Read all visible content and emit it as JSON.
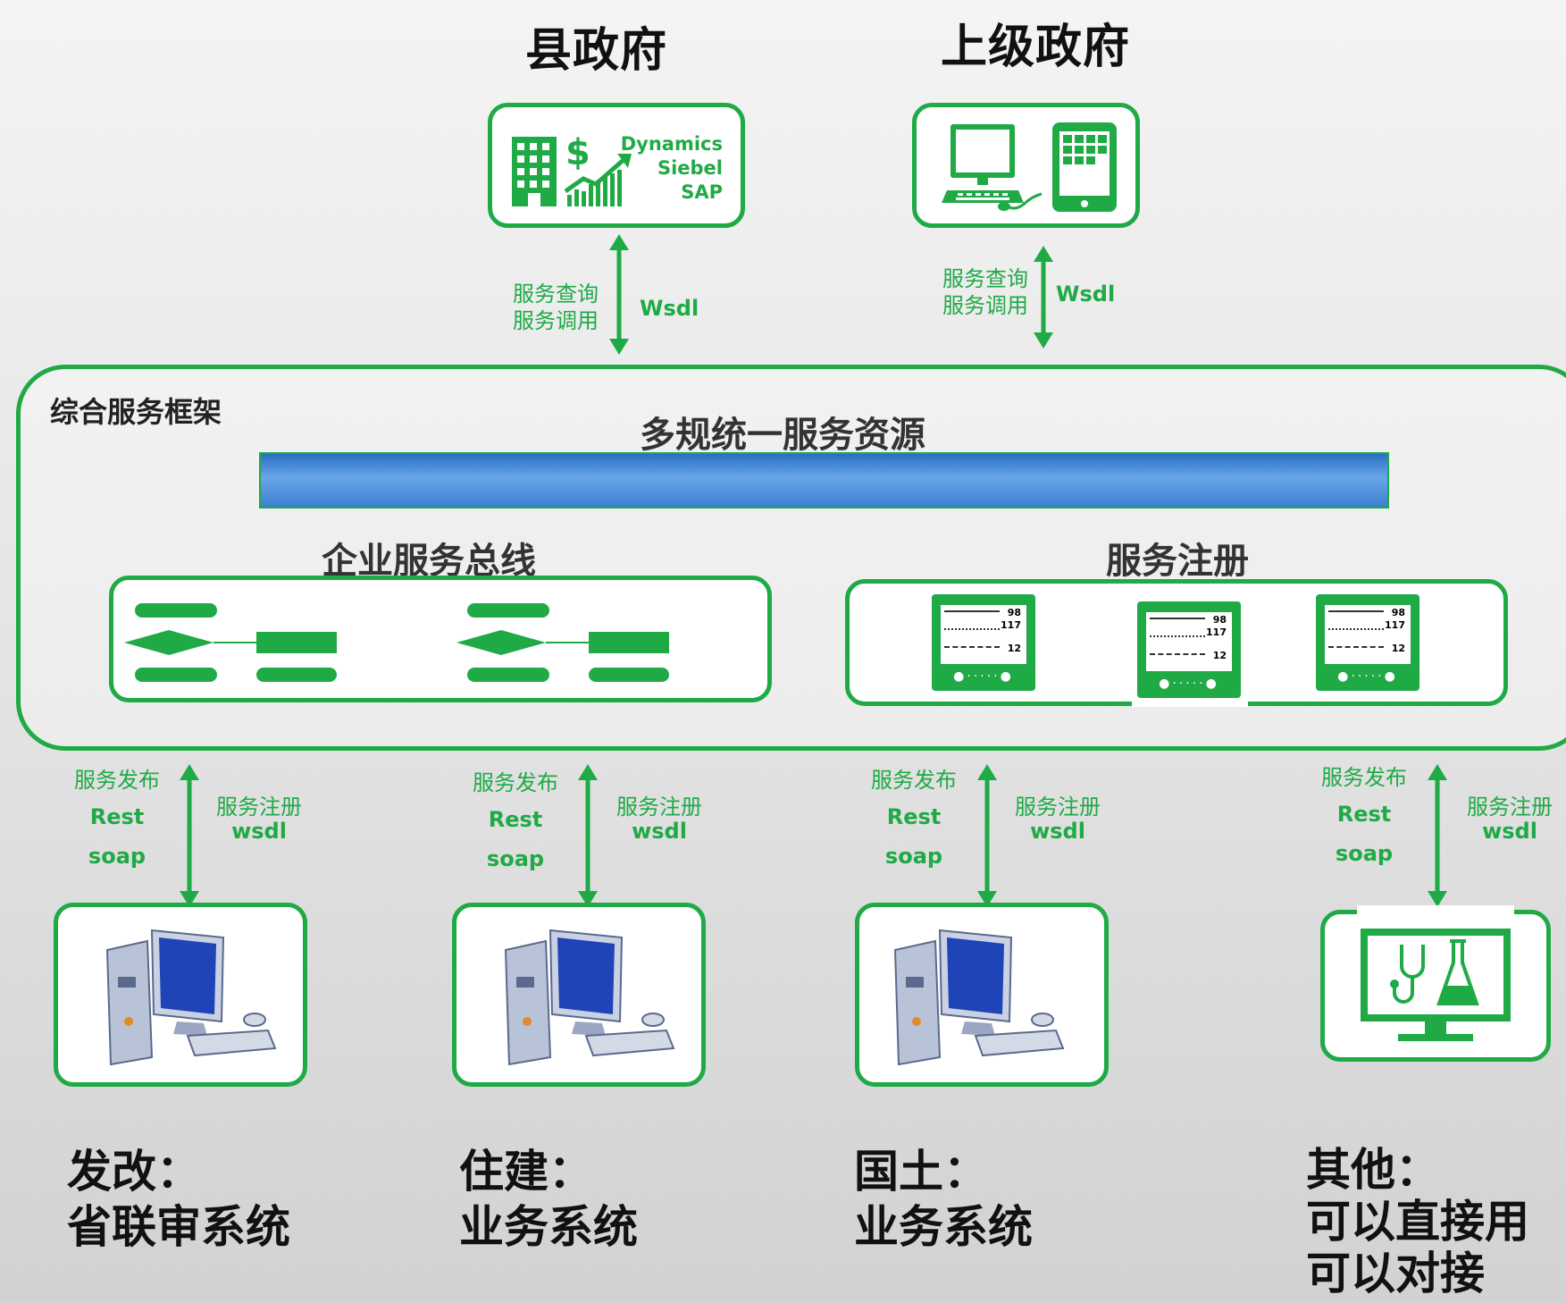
{
  "top": {
    "county_title": "县政府",
    "upper_title": "上级政府",
    "erp_list": [
      "Dynamics",
      "Siebel",
      "SAP"
    ],
    "link_left": {
      "l1": "服务查询",
      "l2": "服务调用",
      "protocol": "Wsdl"
    },
    "link_right": {
      "l1": "服务查询",
      "l2": "服务调用",
      "protocol": "Wsdl"
    }
  },
  "framework": {
    "label": "综合服务框架",
    "resource_title": "多规统一服务资源",
    "esb_title": "企业服务总线",
    "registry_title": "服务注册",
    "monitor_values": [
      "98",
      "117",
      "12"
    ]
  },
  "connectors": [
    {
      "publish": "服务发布",
      "rest": "Rest",
      "soap": "soap",
      "register": "服务注册",
      "wsdl": "wsdl"
    },
    {
      "publish": "服务发布",
      "rest": "Rest",
      "soap": "soap",
      "register": "服务注册",
      "wsdl": "wsdl"
    },
    {
      "publish": "服务发布",
      "rest": "Rest",
      "soap": "soap",
      "register": "服务注册",
      "wsdl": "wsdl"
    },
    {
      "publish": "服务发布",
      "rest": "Rest",
      "soap": "soap",
      "register": "服务注册",
      "wsdl": "wsdl"
    }
  ],
  "systems": [
    {
      "line1": "发改：",
      "line2": "省联审系统"
    },
    {
      "line1": "住建：",
      "line2": "业务系统"
    },
    {
      "line1": "国土：",
      "line2": "业务系统"
    },
    {
      "line1": "其他：",
      "line2": "可以直接用",
      "line3": "可以对接"
    }
  ],
  "colors": {
    "accent": "#1faa46",
    "bar": "#3a7fd0",
    "text": "#111111"
  }
}
